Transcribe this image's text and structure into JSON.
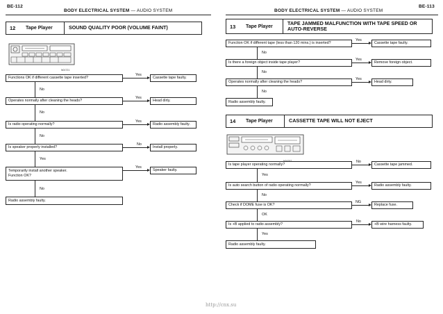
{
  "header_left": {
    "page_number": "BE-112",
    "section": "BODY ELECTRICAL SYSTEM",
    "dash": "—",
    "subsection": "AUDIO SYSTEM"
  },
  "header_right": {
    "page_number": "BE-113",
    "section": "BODY ELECTRICAL SYSTEM",
    "dash": "—",
    "subsection": "AUDIO SYSTEM"
  },
  "t12": {
    "number": "12",
    "name": "Tape Player",
    "title": "SOUND QUALITY POOR (VOLUME FAINT)",
    "figure_code": "N01721",
    "steps": [
      {
        "q": "Functions OK if different cassette tape inserted?",
        "yes": "Yes",
        "result": "Cassette tape faulty.",
        "no": "No"
      },
      {
        "q": "Operates normally after cleaning the heads?",
        "yes": "Yes",
        "result": "Head dirty.",
        "no": "No"
      },
      {
        "q": "Is radio operating normally?",
        "yes": "Yes",
        "result": "Radio assembly faulty.",
        "no": "No"
      },
      {
        "q": "Is speaker properly installed?",
        "yes": "No",
        "result": "Install properly.",
        "no": "Yes"
      },
      {
        "q": "Temporarily install another speaker.",
        "q2": "Function OK?",
        "yes": "Yes",
        "result": "Speaker faulty.",
        "no": "No"
      }
    ],
    "final": "Radio assembly faulty."
  },
  "t13": {
    "number": "13",
    "name": "Tape Player",
    "title_line1": "TAPE JAMMED MALFUNCTION WITH TAPE SPEED OR",
    "title_line2": "AUTO-REVERSE",
    "steps": [
      {
        "q": "Function OK if different tape (less than 120 mins.) is inserted?",
        "yes": "Yes",
        "result": "Cassette tape faulty.",
        "no": "No"
      },
      {
        "q": "Is there a foreign object inside tape player?",
        "yes": "Yes",
        "result": "Remove foreign object.",
        "no": "No"
      },
      {
        "q": "Operates normally after cleaning the heads?",
        "yes": "Yes",
        "result": "Head dirty.",
        "no": "No"
      }
    ],
    "final": "Radio assembly faulty."
  },
  "t14": {
    "number": "14",
    "name": "Tape Player",
    "title": "CASSETTE TAPE WILL NOT EJECT",
    "figure_code": "N04257",
    "steps": [
      {
        "q": "Is tape player operating normally?",
        "yes": "No",
        "result": "Cassette tape jammed.",
        "no": "Yes"
      },
      {
        "q": "Is auto search button of radio operating normally?",
        "yes": "Yes",
        "result": "Radio assembly faulty.",
        "no": "No"
      },
      {
        "q": "Check if DOME fuse is OK?",
        "yes": "NG",
        "result": "Replace fuse.",
        "no": "OK"
      },
      {
        "q": "Is +B applied to radio assembly?",
        "yes": "No",
        "result": "+B wire harness faulty.",
        "no": "Yes"
      }
    ],
    "final": "Radio assembly faulty."
  },
  "footer": "http://cnx.su"
}
